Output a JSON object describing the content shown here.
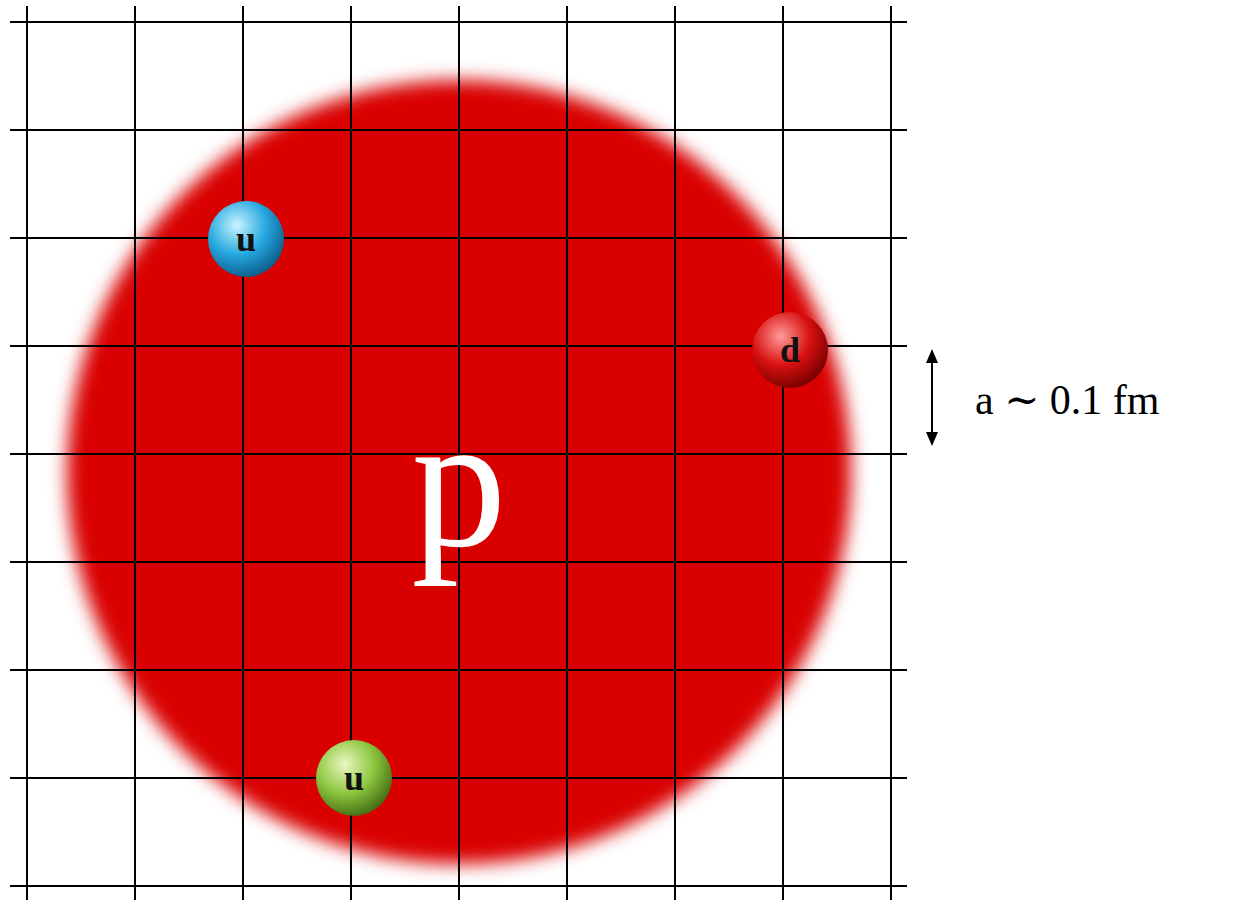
{
  "diagram": {
    "nodes": [
      {
        "text": [
          "p"
        ]
      },
      {
        "text": [
          "u"
        ],
        "in": 0
      },
      {
        "text": [
          "d"
        ],
        "in": 0
      },
      {
        "text": [
          "u"
        ],
        "in": 0
      }
    ],
    "labels": [
      "a ∼ 0.1 fm"
    ]
  }
}
